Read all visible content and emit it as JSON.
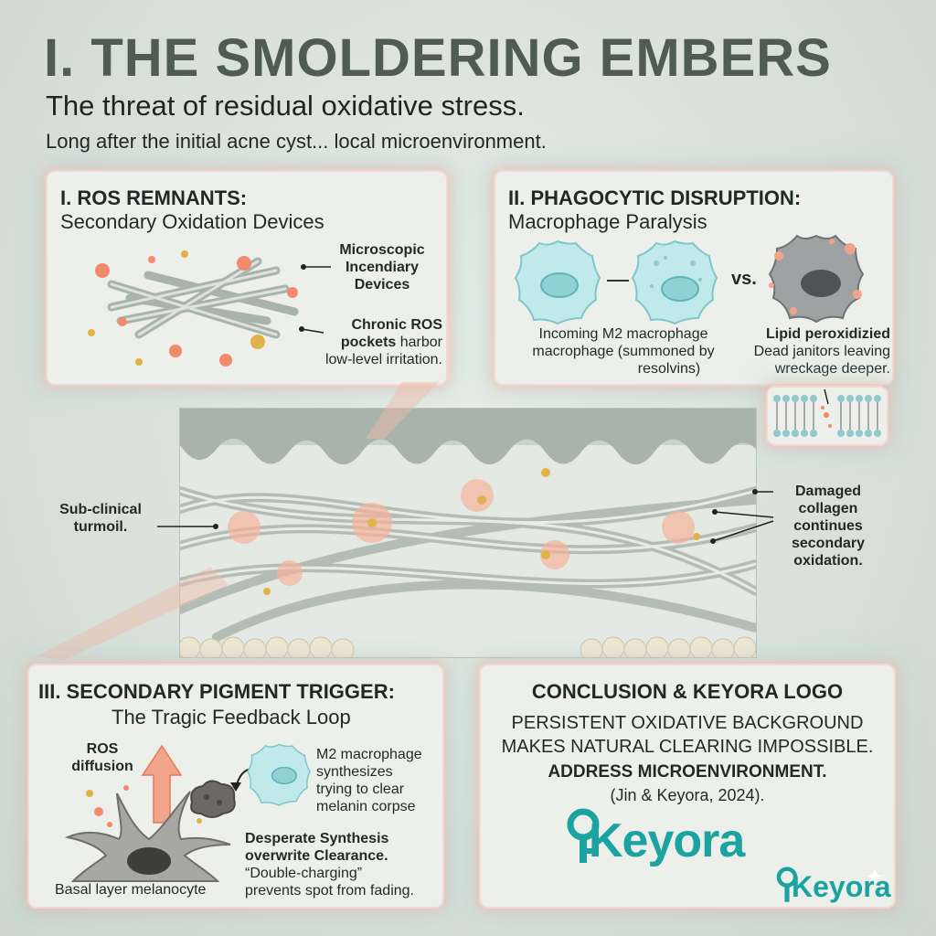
{
  "header": {
    "title": "I. THE SMOLDERING EMBERS",
    "subtitle": "The threat of residual oxidative stress.",
    "subline": "Long after the initial acne cyst... local microenvironment."
  },
  "panel1": {
    "heading": "I. ROS REMNANTS:",
    "subheading": "Secondary Oxidation Devices",
    "label_devices": [
      "Microscopic",
      "Incendiary",
      "Devices"
    ],
    "label_pockets_bold": [
      "Chronic ROS",
      "pockets"
    ],
    "label_pockets_rest": [
      "harbor",
      "low-level irritation."
    ]
  },
  "panel2": {
    "heading": "II. PHAGOCYTIC DISRUPTION:",
    "subheading": "Macrophage Paralysis",
    "vs": "vs.",
    "label_incoming": [
      "Incoming M2 macrophage",
      "macrophage (summoned by",
      "resolvins)"
    ],
    "label_lipid_bold": "Lipid peroxidizied",
    "label_lipid_rest": [
      "Dead janitors leaving",
      "wreckage deeper."
    ]
  },
  "middle": {
    "label_left": [
      "Sub-clinical",
      "turmoil."
    ],
    "label_right": [
      "Damaged",
      "collagen",
      "continues",
      "secondary",
      "oxidation."
    ]
  },
  "panel3": {
    "heading": "III. SECONDARY PIGMENT TRIGGER:",
    "subheading": "The Tragic Feedback Loop",
    "label_ros": [
      "ROS",
      "diffusion"
    ],
    "label_m2": [
      "M2 macrophage",
      "synthesizes",
      "trying to clear",
      "melanin corpse"
    ],
    "label_desperate_bold": [
      "Desperate Synthesis",
      "overwrite Clearance."
    ],
    "label_desperate_rest": [
      "“Double-charging”",
      "prevents spot from fading."
    ],
    "label_basal": "Basal layer melanocyte"
  },
  "panel4": {
    "heading": "CONCLUSION & KEYORA LOGO",
    "line1": "PERSISTENT OXIDATIVE BACKGROUND",
    "line2": "MAKES NATURAL CLEARING IMPOSSIBLE.",
    "line3": "ADDRESS MICROENVIRONMENT.",
    "citation": "(Jin & Keyora, 2024).",
    "logo_text": "Keyora",
    "logo_text_small": "Keyora"
  },
  "colors": {
    "accent_teal": "#1aa3a0",
    "ros_orange": "#f08a6a",
    "heading_gray": "#4f5c56"
  }
}
